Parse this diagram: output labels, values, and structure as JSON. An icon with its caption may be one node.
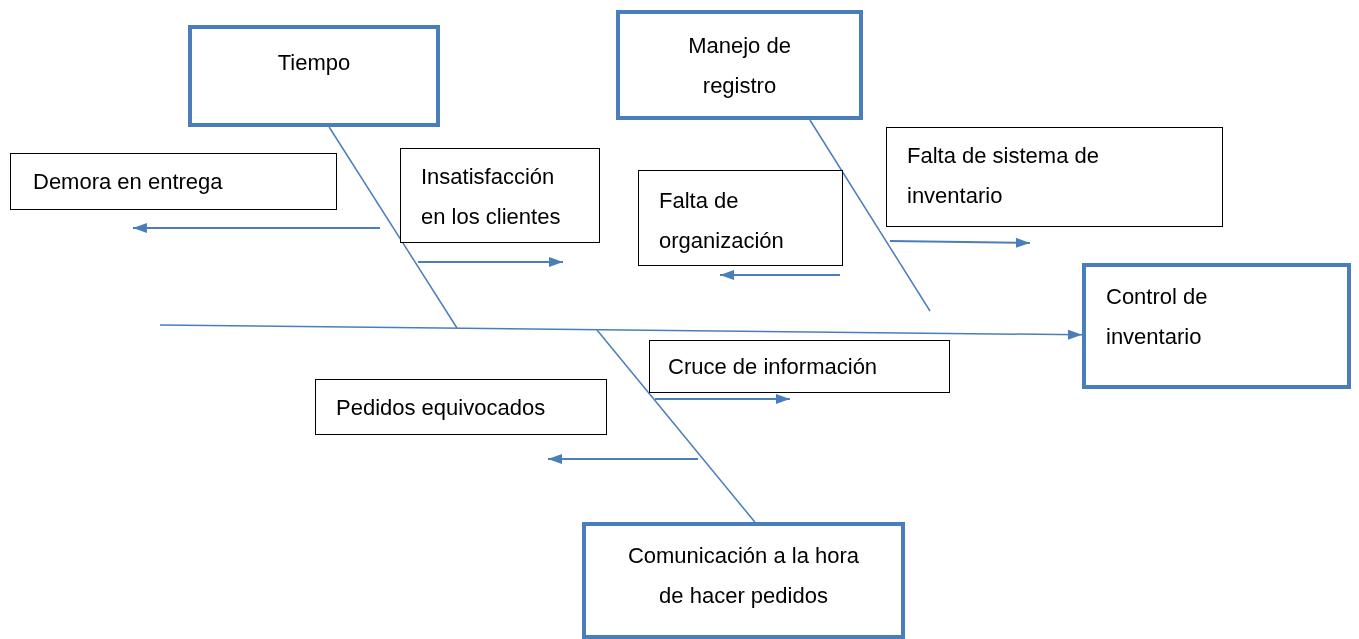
{
  "diagram": {
    "nodes": [
      {
        "text": [
          "Tiempo"
        ]
      },
      {
        "text": [
          "Manejo de registro"
        ]
      },
      {
        "text": [
          "Demora en entrega"
        ]
      },
      {
        "text": [
          "Insatisfacción en los clientes"
        ]
      },
      {
        "text": [
          "Falta de organización"
        ]
      },
      {
        "text": [
          "Falta de sistema de inventario"
        ]
      },
      {
        "text": [
          "Control de inventario"
        ]
      },
      {
        "text": [
          "Cruce de información"
        ]
      },
      {
        "text": [
          "Pedidos equivocados"
        ]
      },
      {
        "text": [
          "Comunicación a la hora de hacer pedidos"
        ]
      }
    ],
    "edges": [
      {
        "from": null,
        "to": 6,
        "arrow": "to"
      },
      {
        "from": 0,
        "to": null,
        "arrow": "none"
      },
      {
        "from": 1,
        "to": null,
        "arrow": "none"
      },
      {
        "from": 9,
        "to": null,
        "arrow": "none"
      },
      {
        "from": null,
        "to": 2,
        "arrow": "to"
      },
      {
        "from": null,
        "to": 3,
        "arrow": "to"
      },
      {
        "from": null,
        "to": 4,
        "arrow": "to"
      },
      {
        "from": null,
        "to": 5,
        "arrow": "to"
      },
      {
        "from": null,
        "to": 7,
        "arrow": "to"
      },
      {
        "from": null,
        "to": 8,
        "arrow": "to"
      }
    ]
  }
}
